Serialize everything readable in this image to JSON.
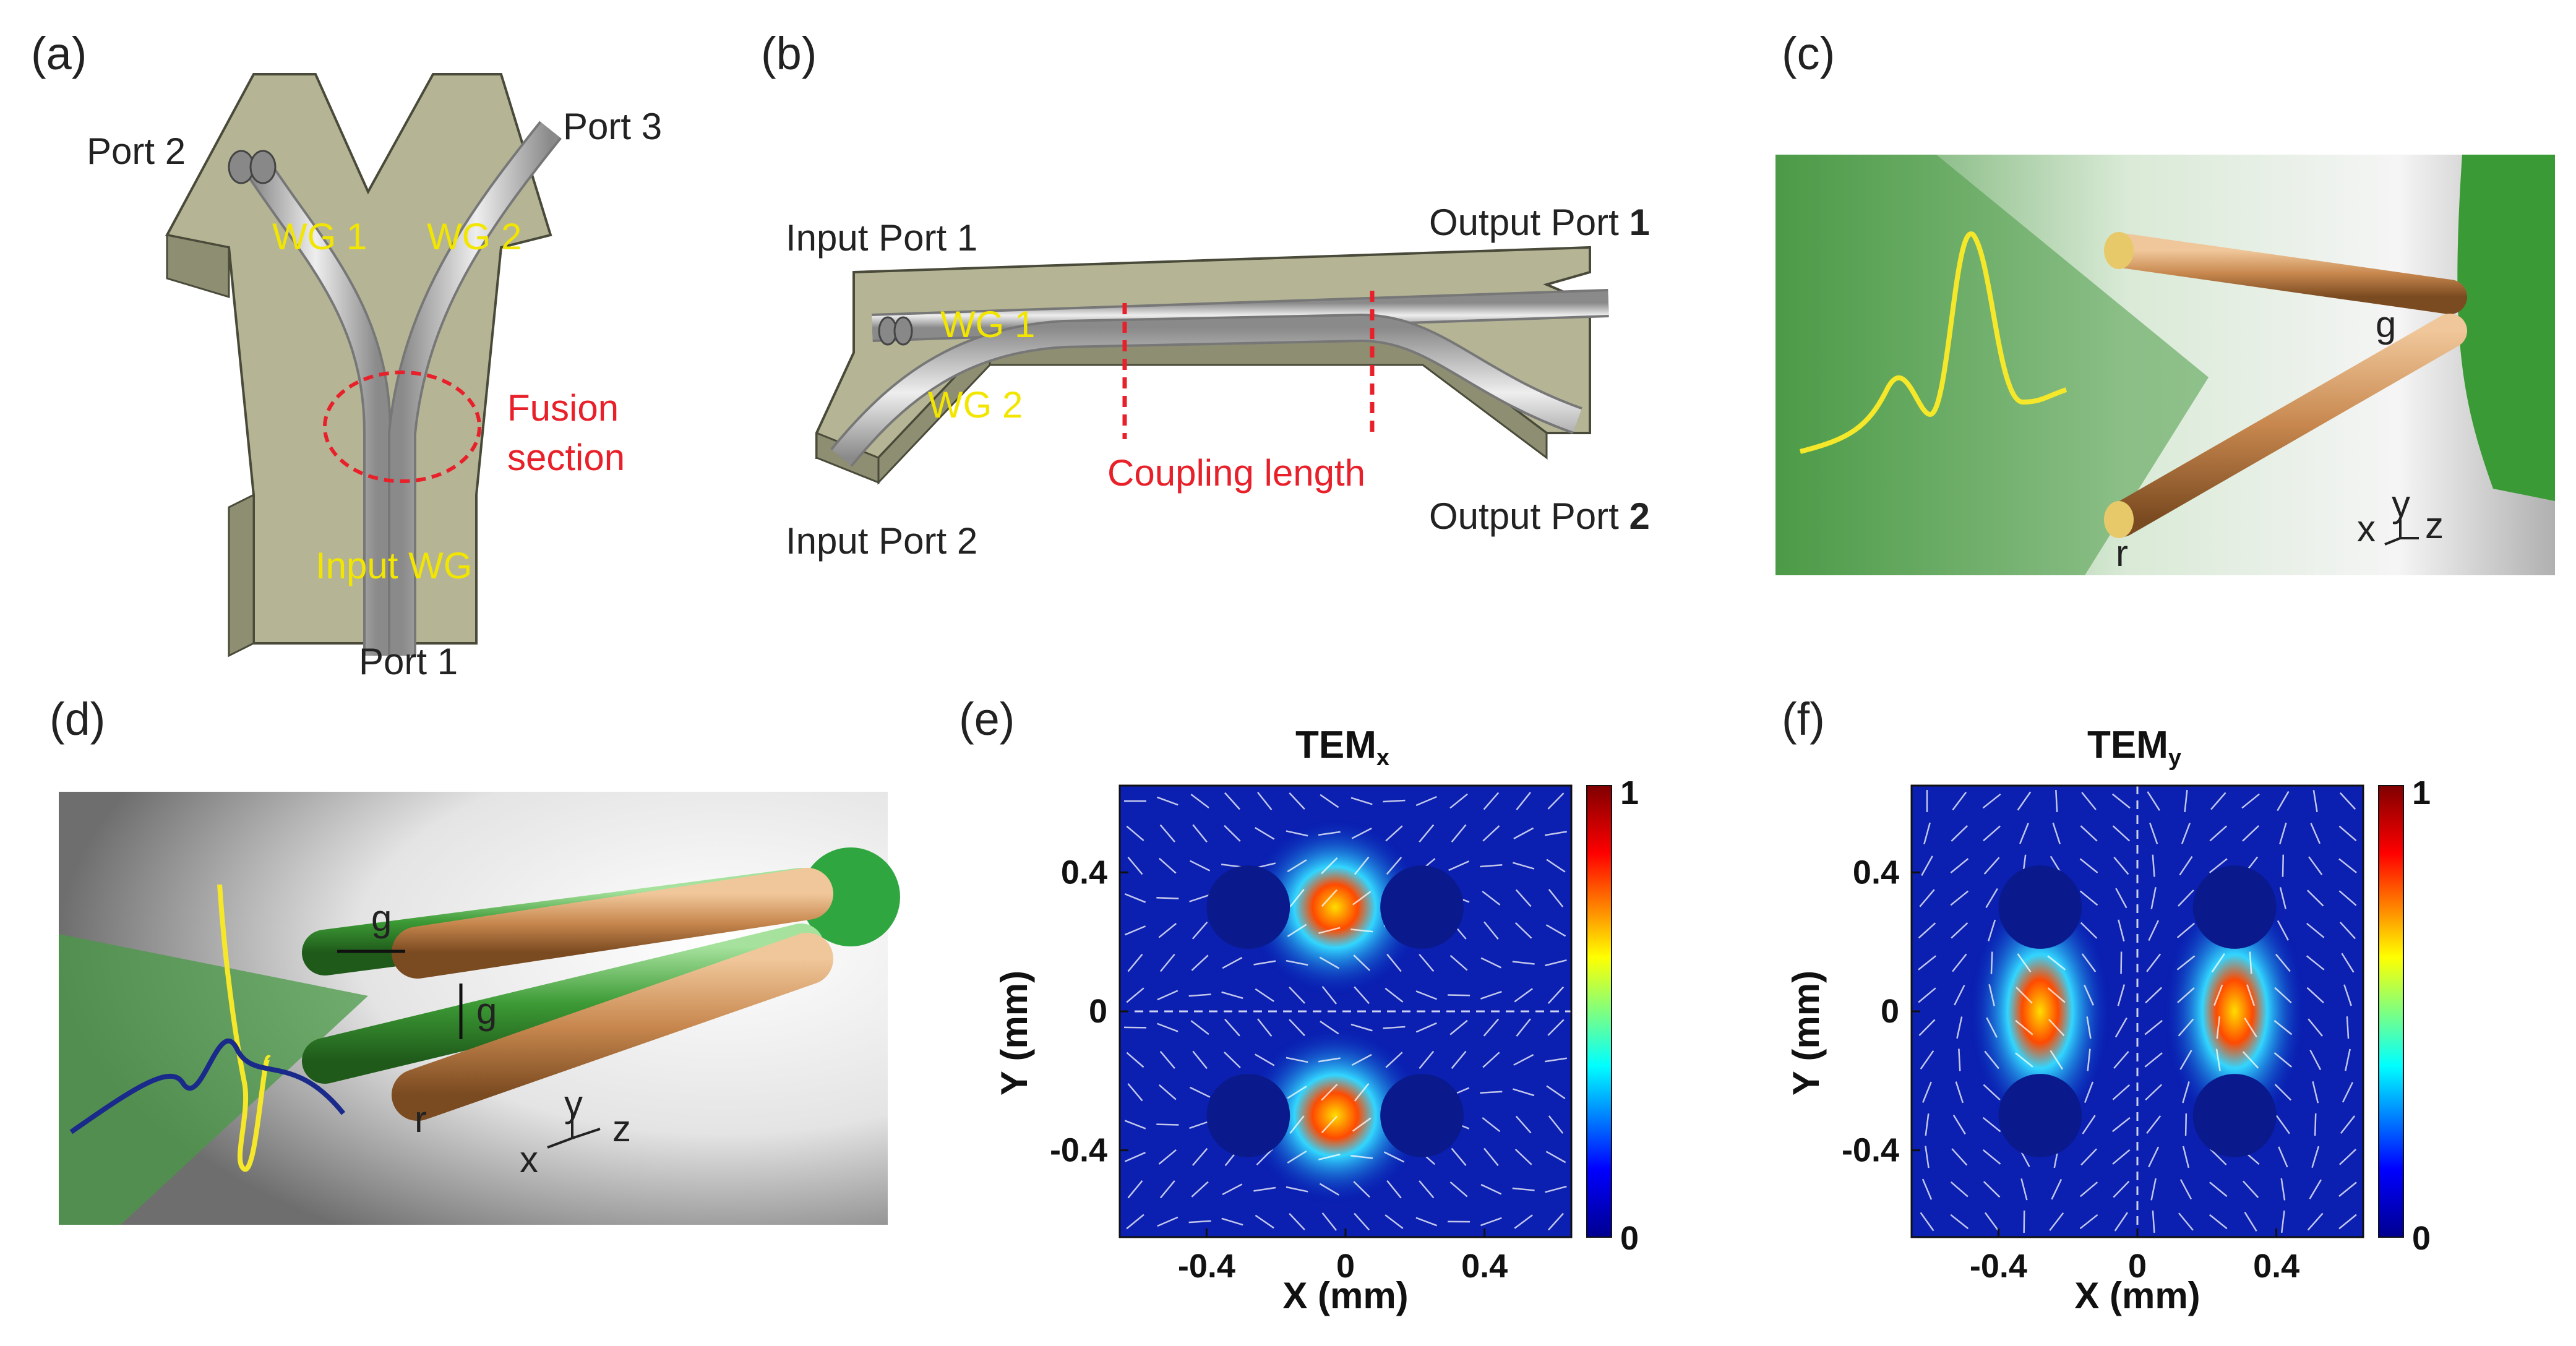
{
  "panels": {
    "a": {
      "label": "(a)",
      "port2": "Port 2",
      "port3": "Port 3",
      "wg1": "WG 1",
      "wg2": "WG 2",
      "fusion_line1": "Fusion",
      "fusion_line2": "section",
      "input_wg": "Input WG",
      "port1": "Port 1"
    },
    "b": {
      "label": "(b)",
      "input_port1": "Input Port 1",
      "output_port1_text": "Output Port",
      "output_port1_num": "1",
      "wg1": "WG 1",
      "wg2": "WG 2",
      "coupling": "Coupling length",
      "input_port2": "Input Port 2",
      "output_port2_text": "Output Port",
      "output_port2_num": "2"
    },
    "c": {
      "label": "(c)",
      "g": "g",
      "r": "r",
      "axis_x": "x",
      "axis_y": "y",
      "axis_z": "z"
    },
    "d": {
      "label": "(d)",
      "g_top": "g",
      "g_side": "g",
      "r": "r",
      "axis_x": "x",
      "axis_y": "y",
      "axis_z": "z"
    },
    "e": {
      "label": "(e)"
    },
    "f": {
      "label": "(f)"
    }
  },
  "chart_data": [
    {
      "type": "heatmap",
      "title": "TEM",
      "title_subscript": "x",
      "xlabel": "X (mm)",
      "ylabel": "Y (mm)",
      "xlim": [
        -0.65,
        0.65
      ],
      "ylim": [
        -0.65,
        0.65
      ],
      "xticks": [
        "-0.4",
        "0",
        "0.4"
      ],
      "yticks": [
        "0.4",
        "0",
        "-0.4"
      ],
      "colorbar": {
        "min": 0,
        "max": 1,
        "labels": [
          "1",
          "0"
        ]
      },
      "wires_mm": [
        [
          -0.28,
          0.3
        ],
        [
          0.22,
          0.3
        ],
        [
          -0.28,
          -0.3
        ],
        [
          0.22,
          -0.3
        ]
      ]
    },
    {
      "type": "heatmap",
      "title": "TEM",
      "title_subscript": "y",
      "xlabel": "X (mm)",
      "ylabel": "Y (mm)",
      "xlim": [
        -0.65,
        0.65
      ],
      "ylim": [
        -0.65,
        0.65
      ],
      "xticks": [
        "-0.4",
        "0",
        "0.4"
      ],
      "yticks": [
        "0.4",
        "0",
        "-0.4"
      ],
      "colorbar": {
        "min": 0,
        "max": 1,
        "labels": [
          "1",
          "0"
        ]
      },
      "wires_mm": [
        [
          -0.28,
          0.3
        ],
        [
          0.28,
          0.3
        ],
        [
          -0.28,
          -0.3
        ],
        [
          0.28,
          -0.3
        ]
      ]
    }
  ]
}
